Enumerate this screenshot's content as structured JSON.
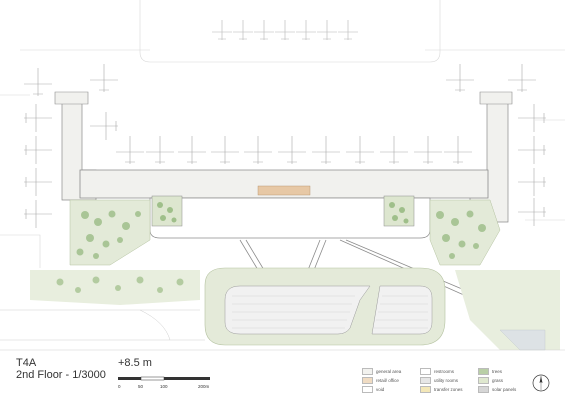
{
  "title": {
    "name": "T4A",
    "floor": "2nd Floor - 1/3000"
  },
  "elevation": "+8.5 m",
  "scale": {
    "ticks": [
      "0",
      "50",
      "100",
      "200m"
    ]
  },
  "legend": [
    {
      "label": "general area",
      "color": "#f2f2ef"
    },
    {
      "label": "restrooms",
      "color": "#ffffff"
    },
    {
      "label": "trees",
      "color": "#b9cfa6"
    },
    {
      "label": "retail/ office",
      "color": "#f0dcc3"
    },
    {
      "label": "utility rooms",
      "color": "#e6e6e6"
    },
    {
      "label": "grass",
      "color": "#dfe8cf"
    },
    {
      "label": "void",
      "color": "#ffffff"
    },
    {
      "label": "transfer zones",
      "color": "#f3e7b8"
    },
    {
      "label": "solar panels",
      "color": "#d6d6d6"
    }
  ],
  "colors": {
    "terminal_fill": "#f1f1ee",
    "apron": "#f5f5f5",
    "landscape": "#dde6cf",
    "tree": "#9fbf8a",
    "retail": "#e7c8a5",
    "line": "#8c8c8c"
  },
  "icons": {
    "north_arrow": "north-arrow-icon",
    "aircraft": "airplane-icon"
  }
}
